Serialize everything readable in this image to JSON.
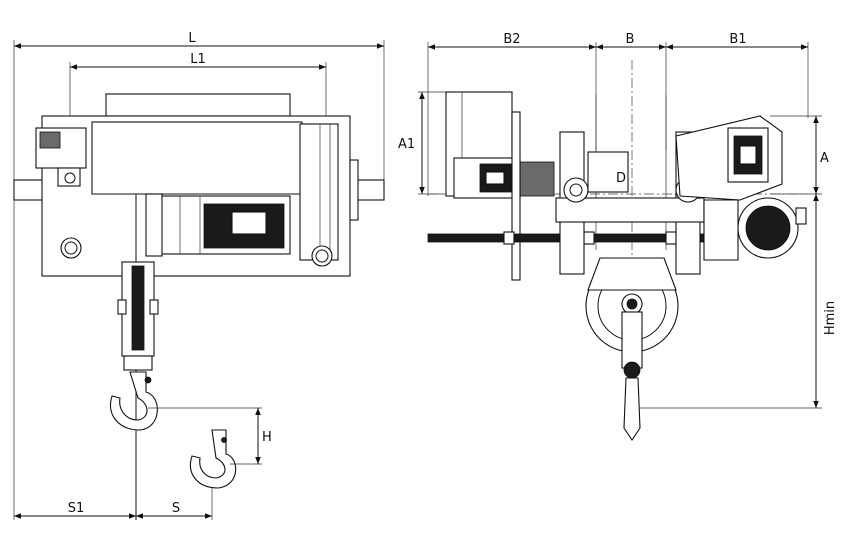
{
  "front_view": {
    "dim_L": "L",
    "dim_L1": "L1",
    "dim_S1": "S1",
    "dim_S": "S",
    "dim_H": "H"
  },
  "side_view": {
    "dim_B2": "B2",
    "dim_B": "B",
    "dim_B1": "B1",
    "dim_A1": "A1",
    "dim_A": "A",
    "dim_D": "D",
    "dim_Hmin": "Hmin"
  }
}
